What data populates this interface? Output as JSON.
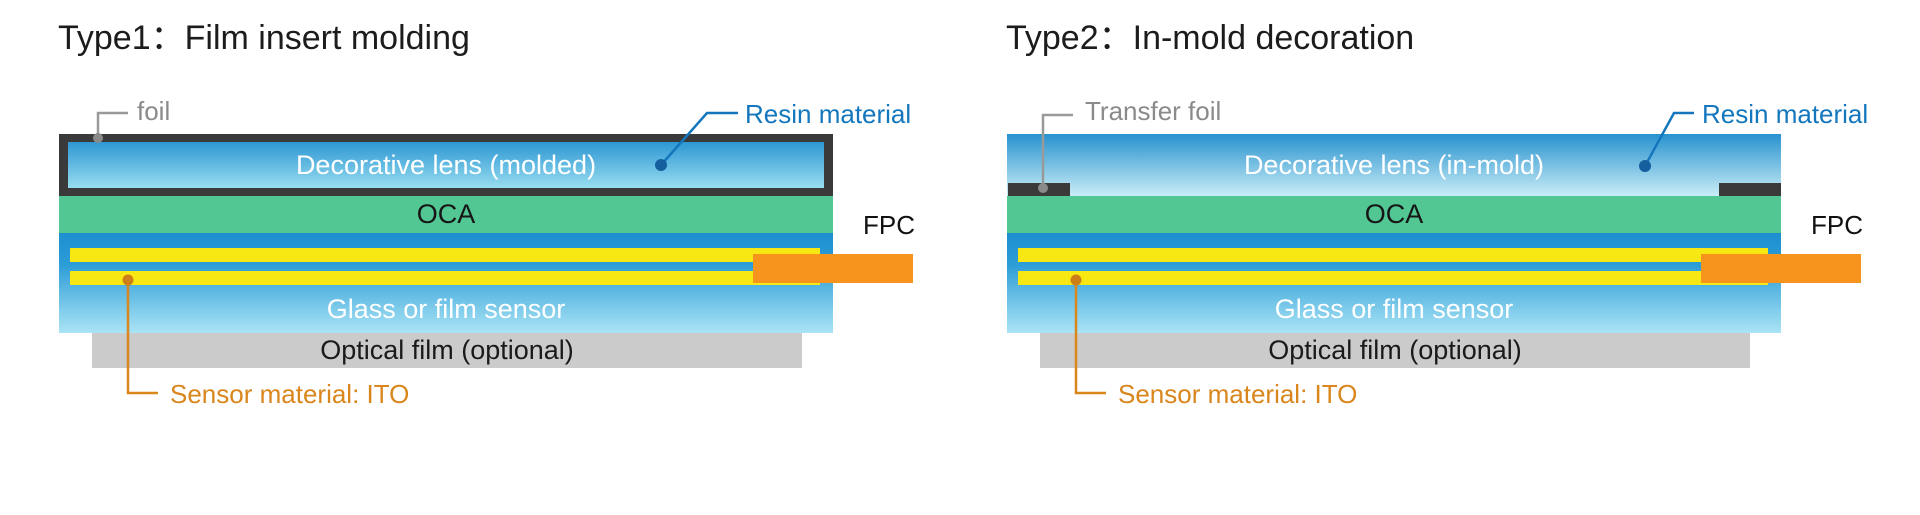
{
  "panels": [
    {
      "title": "Type1：Film insert molding",
      "foil_label": "foil",
      "resin_label": "Resin material",
      "lens_label": "Decorative lens (molded)",
      "oca_label": "OCA",
      "fpc_label": "FPC",
      "sensor_label": "Glass or film sensor",
      "optical_label": "Optical film (optional)",
      "ito_label": "Sensor material: ITO"
    },
    {
      "title": "Type2：In-mold decoration",
      "foil_label": "Transfer foil",
      "resin_label": "Resin material",
      "lens_label": "Decorative lens (in-mold)",
      "oca_label": "OCA",
      "fpc_label": "FPC",
      "sensor_label": "Glass or film sensor",
      "optical_label": "Optical film (optional)",
      "ito_label": "Sensor material: ITO"
    }
  ],
  "colors": {
    "frame_black": "#3a3a3a",
    "lens_gradient_top": "#2892cf",
    "lens_gradient_bottom": "#c9edf6",
    "oca_green": "#52c794",
    "sensor_blue_top": "#1d8fd0",
    "sensor_cyan_bottom": "#abe4f5",
    "ito_yellow": "#f7e813",
    "fpc_orange": "#f7941e",
    "optical_gray": "#cbcbcb",
    "label_gray": "#8a8a8a",
    "resin_label_blue": "#1477bd",
    "ito_label_orange": "#d9861d"
  }
}
